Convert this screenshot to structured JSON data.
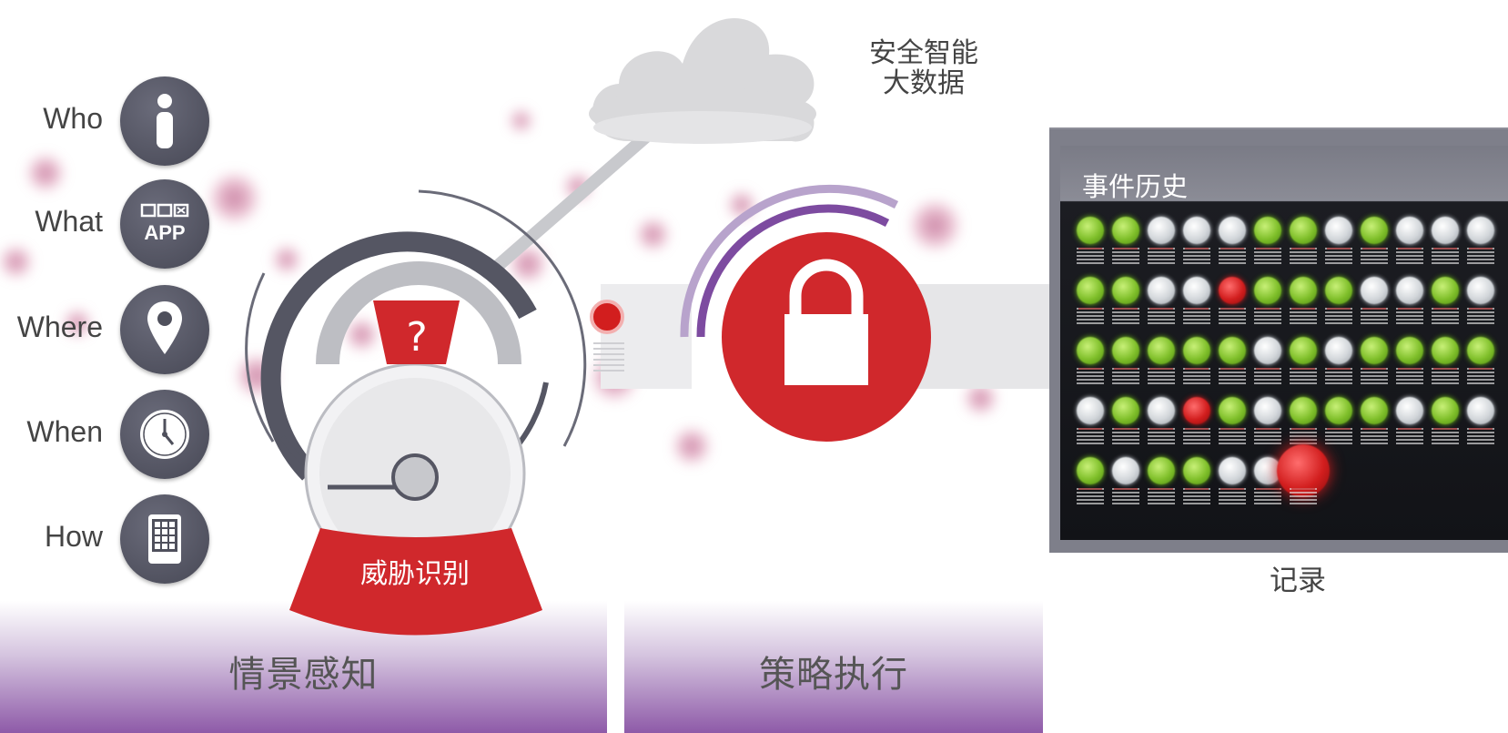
{
  "labels": {
    "who": "Who",
    "what": "What",
    "where": "Where",
    "when": "When",
    "how": "How",
    "app_badge": "APP",
    "question_mark": "?",
    "threat_identification": "威胁识别",
    "cloud_title_line1": "安全智能",
    "cloud_title_line2": "大数据",
    "event_history": "事件历史",
    "record": "记录",
    "context_awareness": "情景感知",
    "policy_enforcement": "策略执行"
  },
  "colors": {
    "accent_red": "#d0282c",
    "accent_purple": "#7d4ba0",
    "icon_dark": "#4f505c",
    "status_green": "#86c43a",
    "status_white": "#d8dce0",
    "status_red": "#d21e1e"
  },
  "icons": [
    "person-icon",
    "app-icon",
    "location-pin-icon",
    "clock-icon",
    "keypad-device-icon",
    "cloud-icon",
    "padlock-icon",
    "question-icon"
  ],
  "event_grid": {
    "rows": [
      [
        "g",
        "g",
        "w",
        "w",
        "w",
        "g",
        "g",
        "w",
        "g",
        "w",
        "w",
        "w"
      ],
      [
        "g",
        "g",
        "w",
        "w",
        "r",
        "g",
        "g",
        "g",
        "w",
        "w",
        "g",
        "w"
      ],
      [
        "g",
        "g",
        "g",
        "g",
        "g",
        "w",
        "g",
        "w",
        "g",
        "g",
        "g",
        "g"
      ],
      [
        "w",
        "g",
        "w",
        "r",
        "g",
        "w",
        "g",
        "g",
        "g",
        "w",
        "g",
        "w"
      ],
      [
        "g",
        "w",
        "g",
        "g",
        "w",
        "w",
        "r"
      ]
    ]
  }
}
